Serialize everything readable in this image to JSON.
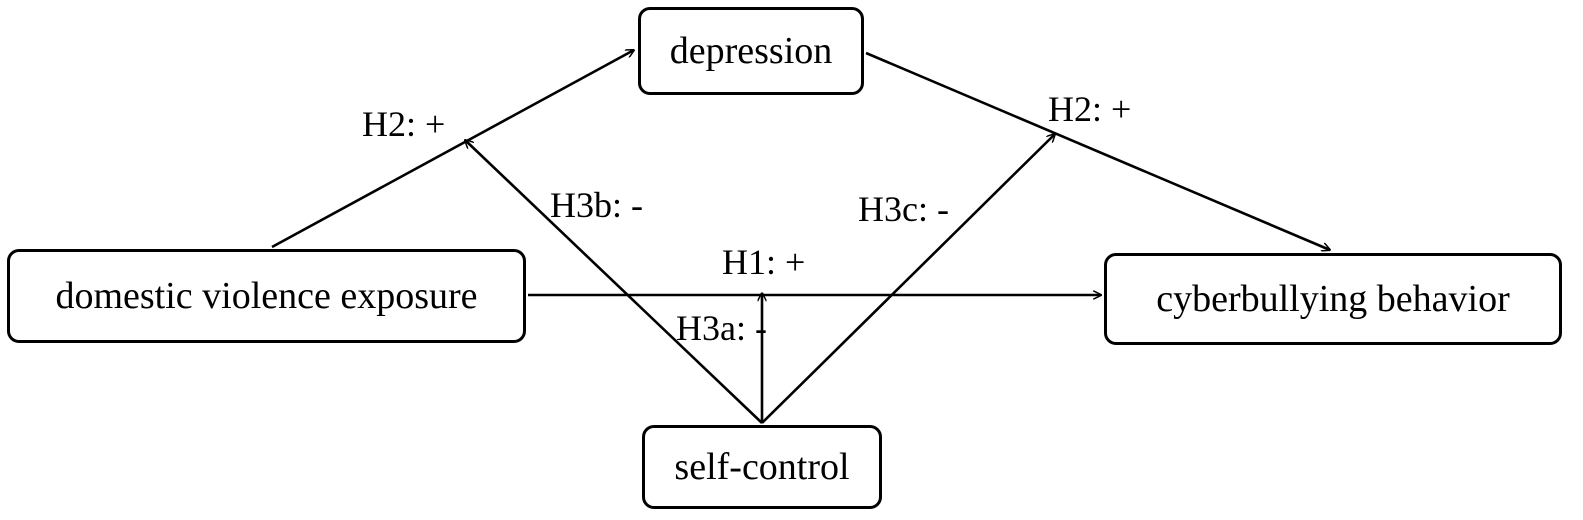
{
  "nodes": {
    "depression": "depression",
    "domestic_violence": "domestic violence exposure",
    "cyberbullying": "cyberbullying behavior",
    "self_control": "self-control"
  },
  "labels": {
    "h2_left": "H2: +",
    "h2_right": "H2: +",
    "h3b": "H3b: -",
    "h3c": "H3c: -",
    "h1": "H1: +",
    "h3a": "H3a: -"
  },
  "colors": {
    "line": "#000000",
    "background": "#ffffff"
  }
}
